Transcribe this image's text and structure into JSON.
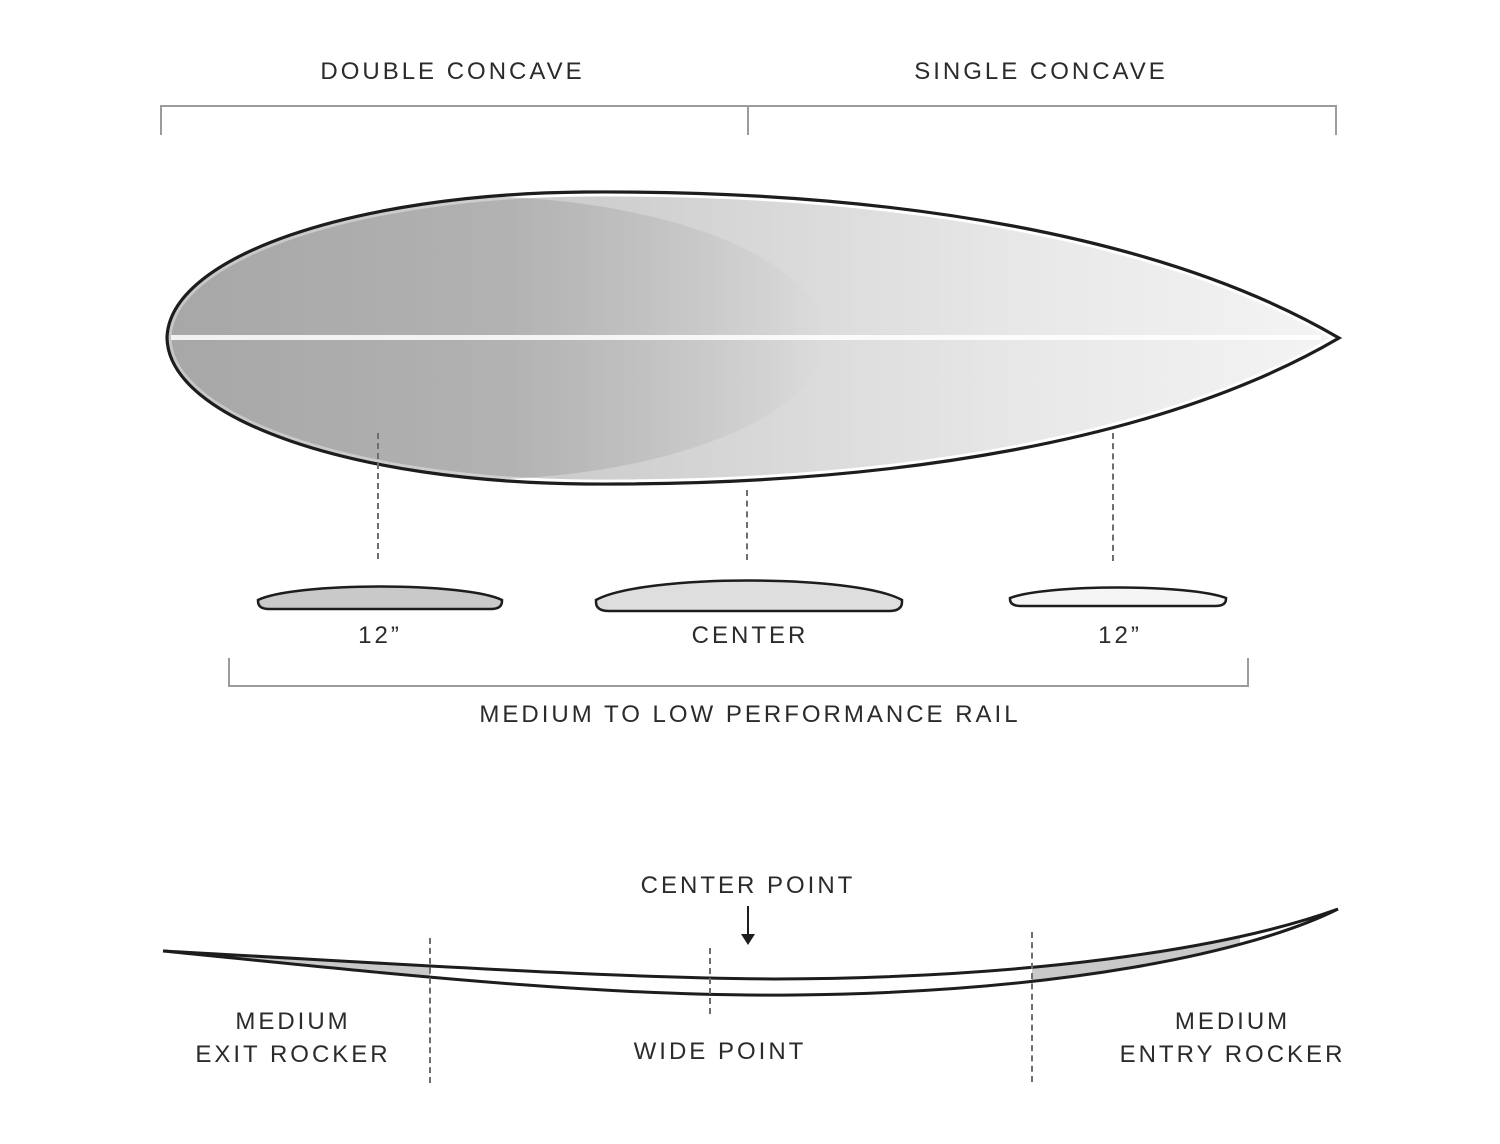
{
  "outline_view": {
    "bottom_contour_left": "DOUBLE CONCAVE",
    "bottom_contour_right": "SINGLE CONCAVE"
  },
  "rail_sections": {
    "left_label": "12”",
    "center_label": "CENTER",
    "right_label": "12”",
    "bracket_label": "MEDIUM TO LOW PERFORMANCE RAIL"
  },
  "profile_view": {
    "center_point_label": "CENTER POINT",
    "exit_rocker_line1": "MEDIUM",
    "exit_rocker_line2": "EXIT ROCKER",
    "wide_point_label": "WIDE POINT",
    "entry_rocker_line1": "MEDIUM",
    "entry_rocker_line2": "ENTRY ROCKER"
  },
  "colors": {
    "outline": "#1d1d1d",
    "bracket": "#9b9b9b",
    "text": "#2b2b2b",
    "rail_shading": "#c9c9c9",
    "board_fill_dark": "#bdbdbd",
    "board_fill_light": "#f4f4f4"
  }
}
